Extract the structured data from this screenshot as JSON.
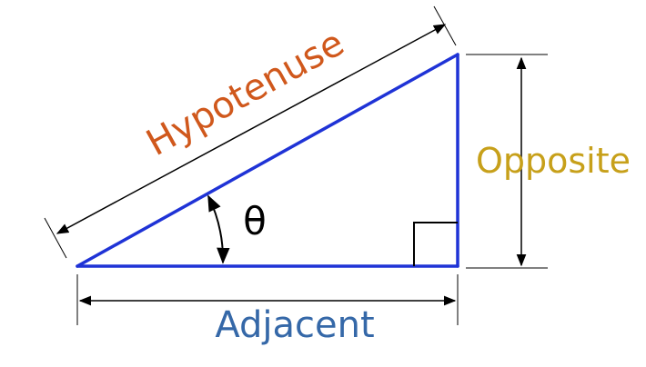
{
  "labels": {
    "hypotenuse": "Hypotenuse",
    "opposite": "Opposite",
    "adjacent": "Adjacent",
    "angle": "θ"
  },
  "colors": {
    "background": "#ffffff",
    "triangle": "#1f33d6",
    "dimension_lines": "#000000",
    "hypotenuse_label": "#d0581c",
    "opposite_label": "#c7a01a",
    "adjacent_label": "#3568a8",
    "angle_label": "#000000"
  }
}
